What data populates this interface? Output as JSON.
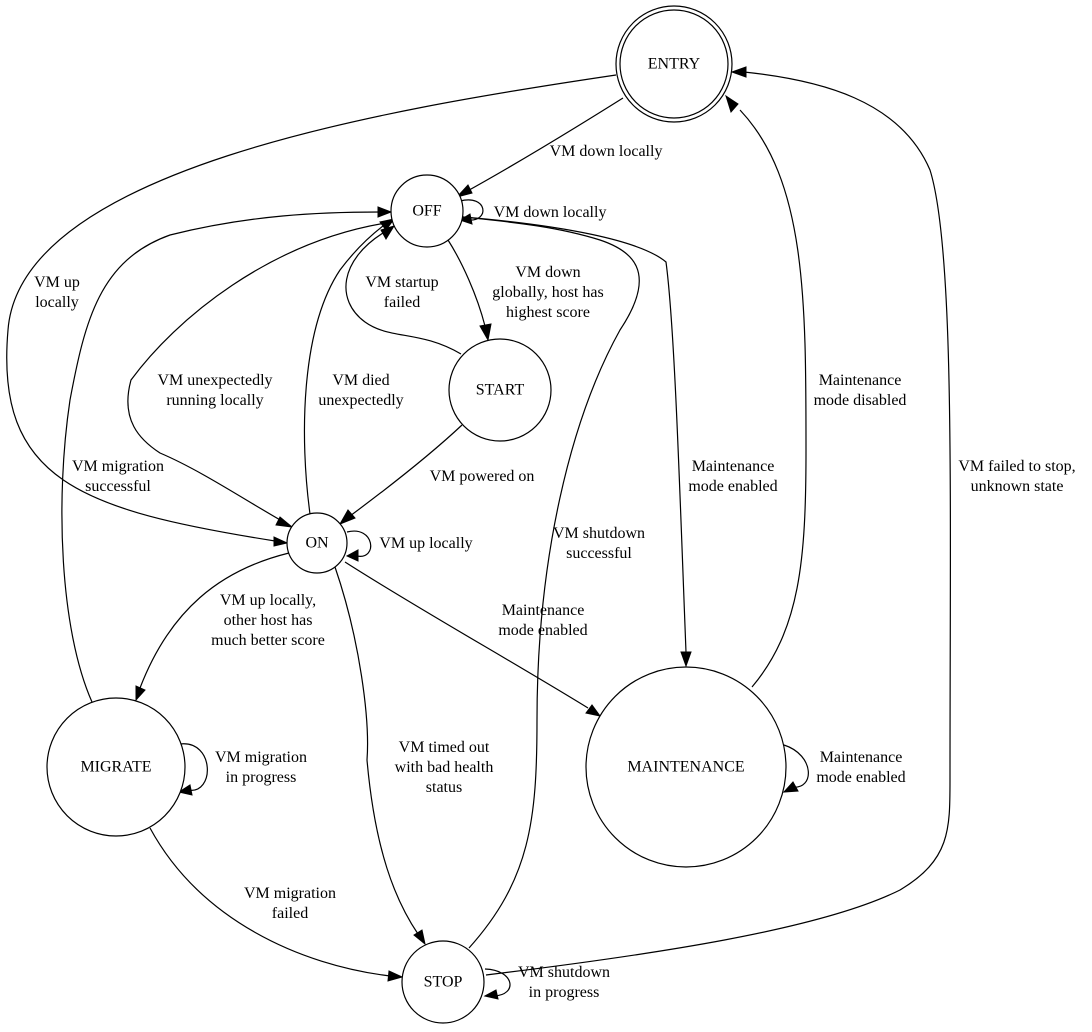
{
  "diagram": {
    "type": "state-machine",
    "colors": {
      "stroke": "#000000",
      "fill": "#ffffff",
      "text": "#000000"
    },
    "nodes": {
      "entry": {
        "label": "ENTRY",
        "shape": "doublecircle"
      },
      "off": {
        "label": "OFF",
        "shape": "circle"
      },
      "start": {
        "label": "START",
        "shape": "circle"
      },
      "on": {
        "label": "ON",
        "shape": "circle"
      },
      "migrate": {
        "label": "MIGRATE",
        "shape": "circle"
      },
      "maintenance": {
        "label": "MAINTENANCE",
        "shape": "circle"
      },
      "stop": {
        "label": "STOP",
        "shape": "circle"
      }
    },
    "edges": {
      "entry_off": {
        "from": "ENTRY",
        "to": "OFF",
        "lines": [
          "VM down locally"
        ]
      },
      "entry_on": {
        "from": "ENTRY",
        "to": "ON",
        "lines": [
          "VM up",
          "locally"
        ]
      },
      "off_off": {
        "from": "OFF",
        "to": "OFF",
        "lines": [
          "VM down locally"
        ]
      },
      "off_start": {
        "from": "OFF",
        "to": "START",
        "lines": [
          "VM down",
          "globally, host has",
          "highest score"
        ]
      },
      "off_on": {
        "from": "OFF",
        "to": "ON",
        "lines": [
          "VM unexpectedly",
          "running locally"
        ]
      },
      "off_maintenance": {
        "from": "OFF",
        "to": "MAINTENANCE",
        "lines": [
          "Maintenance",
          "mode enabled"
        ]
      },
      "start_off": {
        "from": "START",
        "to": "OFF",
        "lines": [
          "VM startup",
          "failed"
        ]
      },
      "start_on": {
        "from": "START",
        "to": "ON",
        "lines": [
          "VM powered on"
        ]
      },
      "on_off": {
        "from": "ON",
        "to": "OFF",
        "lines": [
          "VM died",
          "unexpectedly"
        ]
      },
      "on_on": {
        "from": "ON",
        "to": "ON",
        "lines": [
          "VM up locally"
        ]
      },
      "on_migrate": {
        "from": "ON",
        "to": "MIGRATE",
        "lines": [
          "VM up locally,",
          "other host has",
          "much better score"
        ]
      },
      "on_stop": {
        "from": "ON",
        "to": "STOP",
        "lines": [
          "VM timed out",
          "with bad health",
          "status"
        ]
      },
      "on_maintenance": {
        "from": "ON",
        "to": "MAINTENANCE",
        "lines": [
          "Maintenance",
          "mode enabled"
        ]
      },
      "migrate_off": {
        "from": "MIGRATE",
        "to": "OFF",
        "lines": [
          "VM migration",
          "successful"
        ]
      },
      "migrate_migrate": {
        "from": "MIGRATE",
        "to": "MIGRATE",
        "lines": [
          "VM migration",
          "in progress"
        ]
      },
      "migrate_stop": {
        "from": "MIGRATE",
        "to": "STOP",
        "lines": [
          "VM migration",
          "failed"
        ]
      },
      "maintenance_entry": {
        "from": "MAINTENANCE",
        "to": "ENTRY",
        "lines": [
          "Maintenance",
          "mode disabled"
        ]
      },
      "maintenance_maintenance": {
        "from": "MAINTENANCE",
        "to": "MAINTENANCE",
        "lines": [
          "Maintenance",
          "mode enabled"
        ]
      },
      "stop_off": {
        "from": "STOP",
        "to": "OFF",
        "lines": [
          "VM shutdown",
          "successful"
        ]
      },
      "stop_stop": {
        "from": "STOP",
        "to": "STOP",
        "lines": [
          "VM shutdown",
          "in progress"
        ]
      },
      "stop_entry": {
        "from": "STOP",
        "to": "ENTRY",
        "lines": [
          "VM failed to stop,",
          "unknown state"
        ]
      }
    }
  }
}
